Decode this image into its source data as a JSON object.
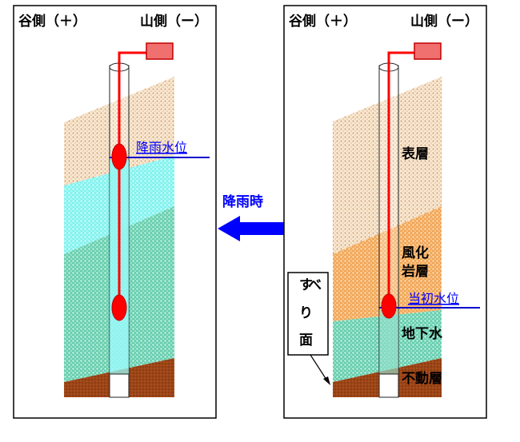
{
  "left_panel": {
    "valley_label": "谷側（＋）",
    "mountain_label": "山側（ー）",
    "water_level_label": "降雨水位"
  },
  "arrow_label": "降雨時",
  "right_panel": {
    "valley_label": "谷側（＋）",
    "mountain_label": "山側（ー）",
    "layer_surface": "表層",
    "layer_weathered_line1": "風化",
    "layer_weathered_line2": "岩層",
    "initial_water_level_label": "当初水位",
    "groundwater_label": "地下水",
    "bedrock_label": "不動層",
    "slip_surface_label_lines": [
      "す",
      "べ",
      "り",
      "面"
    ]
  },
  "colors": {
    "border": "#000000",
    "pipe_wire": "#ff0000",
    "sensor_box": "#f07070",
    "water_line": "#0000cc",
    "water_label": "#0000ff",
    "arrow": "#0000ff",
    "surface_layer": "#f6e4cc",
    "weathered_layer": "#f2a655",
    "groundwater_fill": "#7dd8c0",
    "rain_water_fill": "#8cf4f0",
    "bedrock": "#a0481a"
  }
}
